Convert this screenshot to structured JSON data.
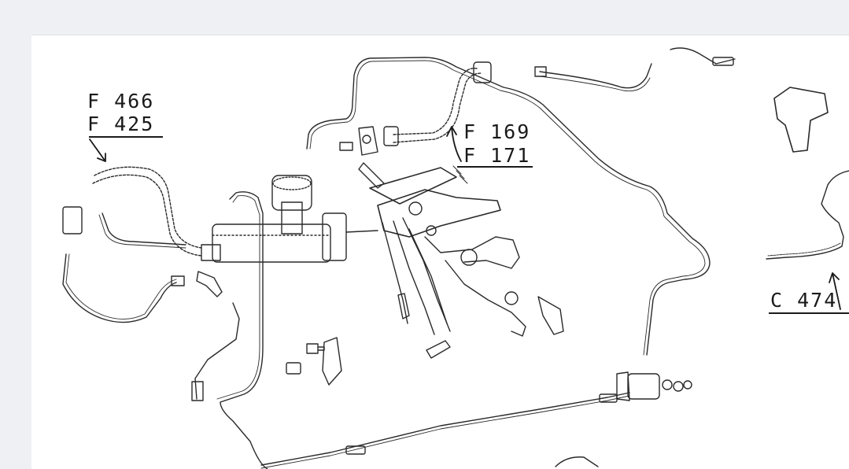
{
  "labels": {
    "f466": "F 466",
    "f425": "F 425",
    "f169": "F 169",
    "f171": "F 171",
    "c474": "C 474"
  },
  "colors": {
    "page_background": "#eef0f3",
    "sheet": "#ffffff",
    "ink": "#1a1a1a"
  }
}
